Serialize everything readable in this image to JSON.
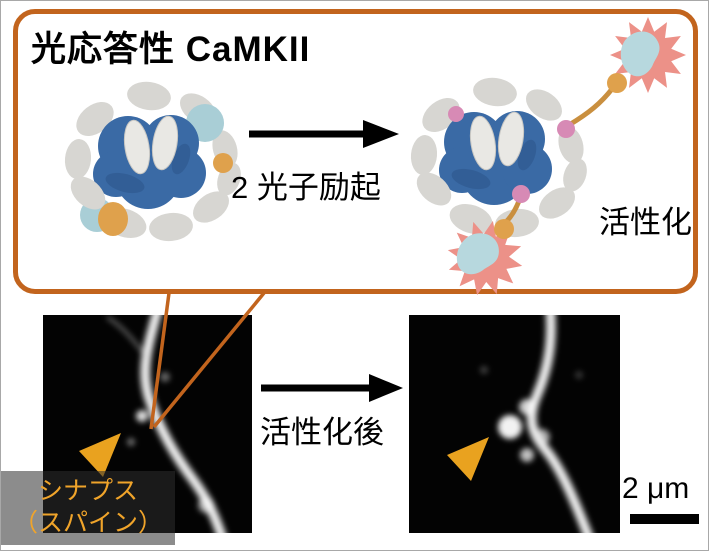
{
  "figure": {
    "callout": {
      "title": "光応答性 CaMKII",
      "excitation_label": "2 光子励起",
      "activation_label": "活性化"
    },
    "micrographs": {
      "transition_label": "活性化後",
      "synapse_label_line1": "シナプス",
      "synapse_label_line2": "（スパイン）",
      "scale_label": "2 μm"
    },
    "colors": {
      "callout_border": "#c2641d",
      "marker_orange": "#e9a21f",
      "synapse_label_color": "#f0a42a",
      "synapse_label_bg": "rgba(45,45,45,0.55)",
      "hub_blue": "#3a6aa5",
      "kinase_domain_gray": "#d7d6d2",
      "calmodulin_lightblue": "#a9ced6",
      "linker_orange": "#dfa14c",
      "site_pink": "#d78ab5",
      "burst_salmon": "#ec9188",
      "micrograph_bg": "#030303"
    }
  }
}
